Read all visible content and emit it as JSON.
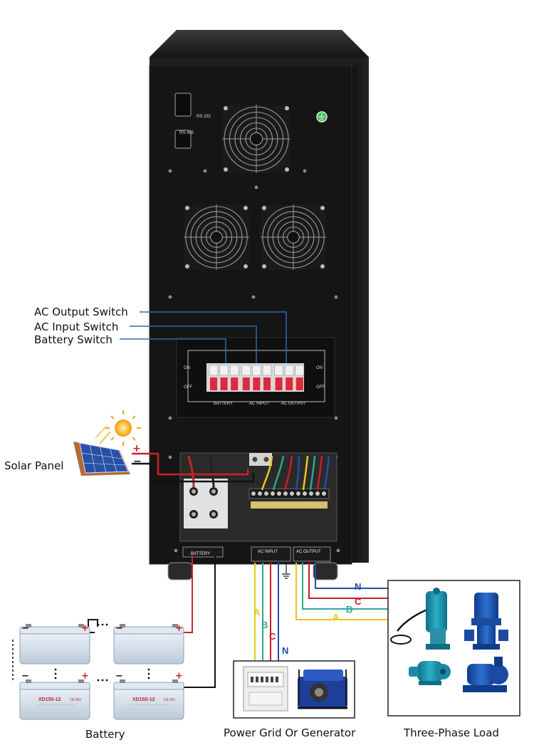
{
  "callouts": {
    "ac_output_switch": "AC Output Switch",
    "ac_input_switch": "AC Input Switch",
    "battery_switch": "Battery Switch"
  },
  "components": {
    "solar_panel": "Solar Panel",
    "battery": "Battery",
    "grid": "Power Grid Or Generator",
    "load": "Three-Phase Load"
  },
  "panel_text": {
    "rs232": "RS 232",
    "rs485": "RS 485",
    "on_left": "ON",
    "off_left": "OFF",
    "on_right": "ON",
    "off_right": "OFF",
    "battery": "BATTERY",
    "ac_input": "AC INPUT",
    "ac_output": "AC OUTPUT",
    "bottom_battery": "BATTERY",
    "bottom_ac_input": "AC INPUT",
    "bottom_ac_output": "AC OUTPUT",
    "battery_model": "XD150-12",
    "battery_brand": "CE RO"
  },
  "phases": {
    "a": "A",
    "b": "B",
    "c": "C",
    "n": "N"
  },
  "polarity": {
    "plus": "+",
    "minus": "−"
  },
  "colors": {
    "cabinet": "#141414",
    "callout_line": "#2a6ab5",
    "phase_a": "#e8c81a",
    "phase_b": "#2ea88c",
    "phase_c": "#c81e28",
    "neutral": "#1f4fa8",
    "dc_positive": "#d0202a",
    "dc_negative": "#222222"
  },
  "icons": [
    "fan-icon",
    "breaker-icon",
    "sun-icon",
    "solar-panel-icon",
    "battery-icon",
    "pump-icon",
    "motor-icon",
    "generator-icon",
    "distribution-box-icon"
  ]
}
